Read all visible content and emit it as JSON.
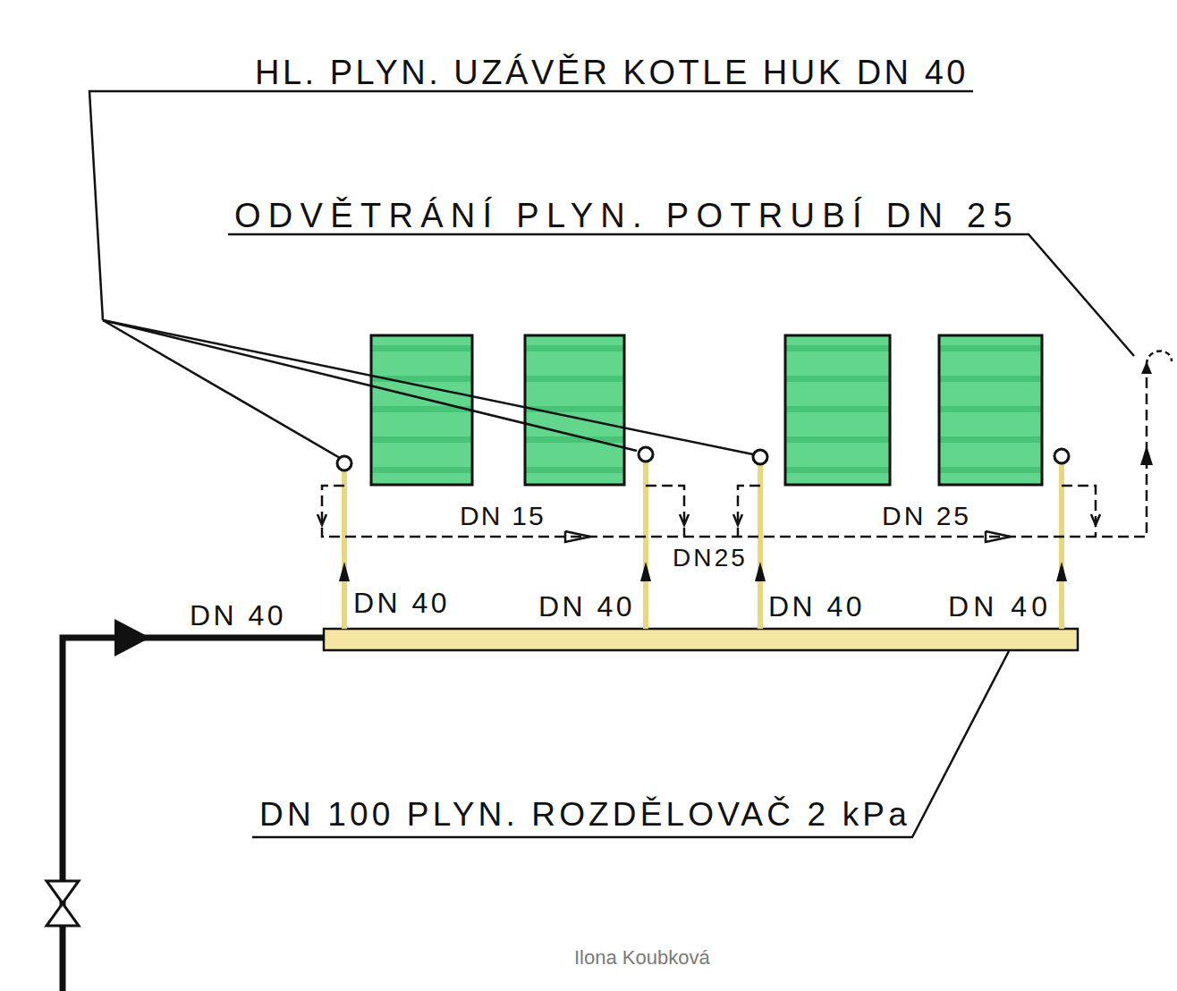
{
  "diagram": {
    "labels": [
      "HL. PLYN. UZÁVĚR KOTLE HUK DN 40",
      "ODVĚTRÁNÍ PLYN. POTRUBÍ DN 25",
      "DN 15",
      "DN 25",
      "DN25",
      "DN 40",
      "DN 40",
      "DN 40",
      "DN 40",
      "DN 40",
      "DN 100 PLYN. ROZDĚLOVAČ 2 kPa",
      "Ilona Koubková"
    ]
  }
}
